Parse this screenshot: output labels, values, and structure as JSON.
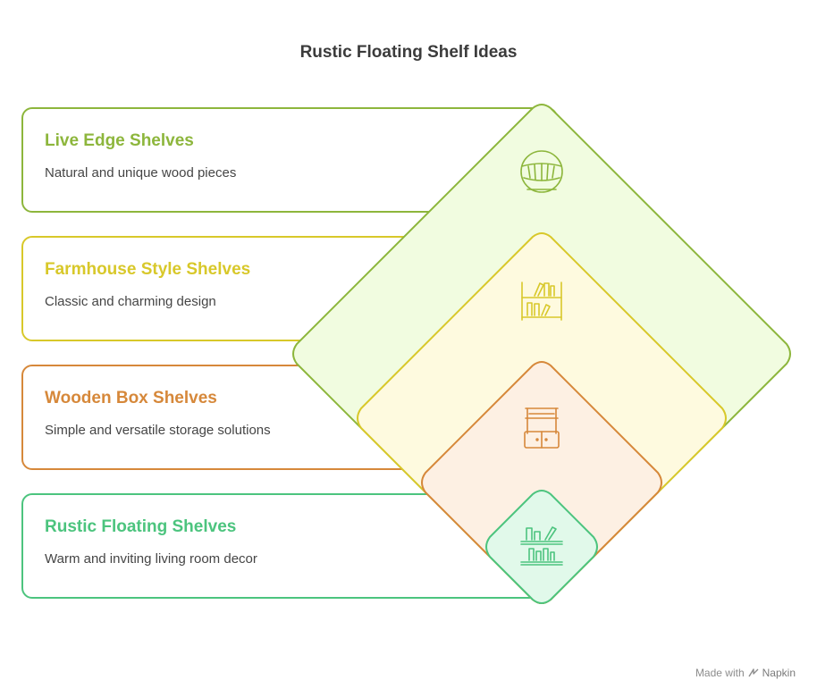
{
  "title": "Rustic Floating Shelf Ideas",
  "items": [
    {
      "title": "Live Edge Shelves",
      "description": "Natural and unique wood pieces",
      "color": "#8db63c",
      "fill": "#f1fce0",
      "icon": "live-edge-shelf-icon"
    },
    {
      "title": "Farmhouse Style Shelves",
      "description": "Classic and charming design",
      "color": "#d8c82a",
      "fill": "#fefadf",
      "icon": "bookshelf-icon"
    },
    {
      "title": "Wooden Box Shelves",
      "description": "Simple and versatile storage solutions",
      "color": "#d6883a",
      "fill": "#fdf0e3",
      "icon": "cabinet-icon"
    },
    {
      "title": "Rustic Floating Shelves",
      "description": "Warm and inviting living room decor",
      "color": "#4cc47e",
      "fill": "#e1f9ea",
      "icon": "floating-shelf-icon"
    }
  ],
  "footer": {
    "made_with": "Made with",
    "brand": "Napkin"
  }
}
